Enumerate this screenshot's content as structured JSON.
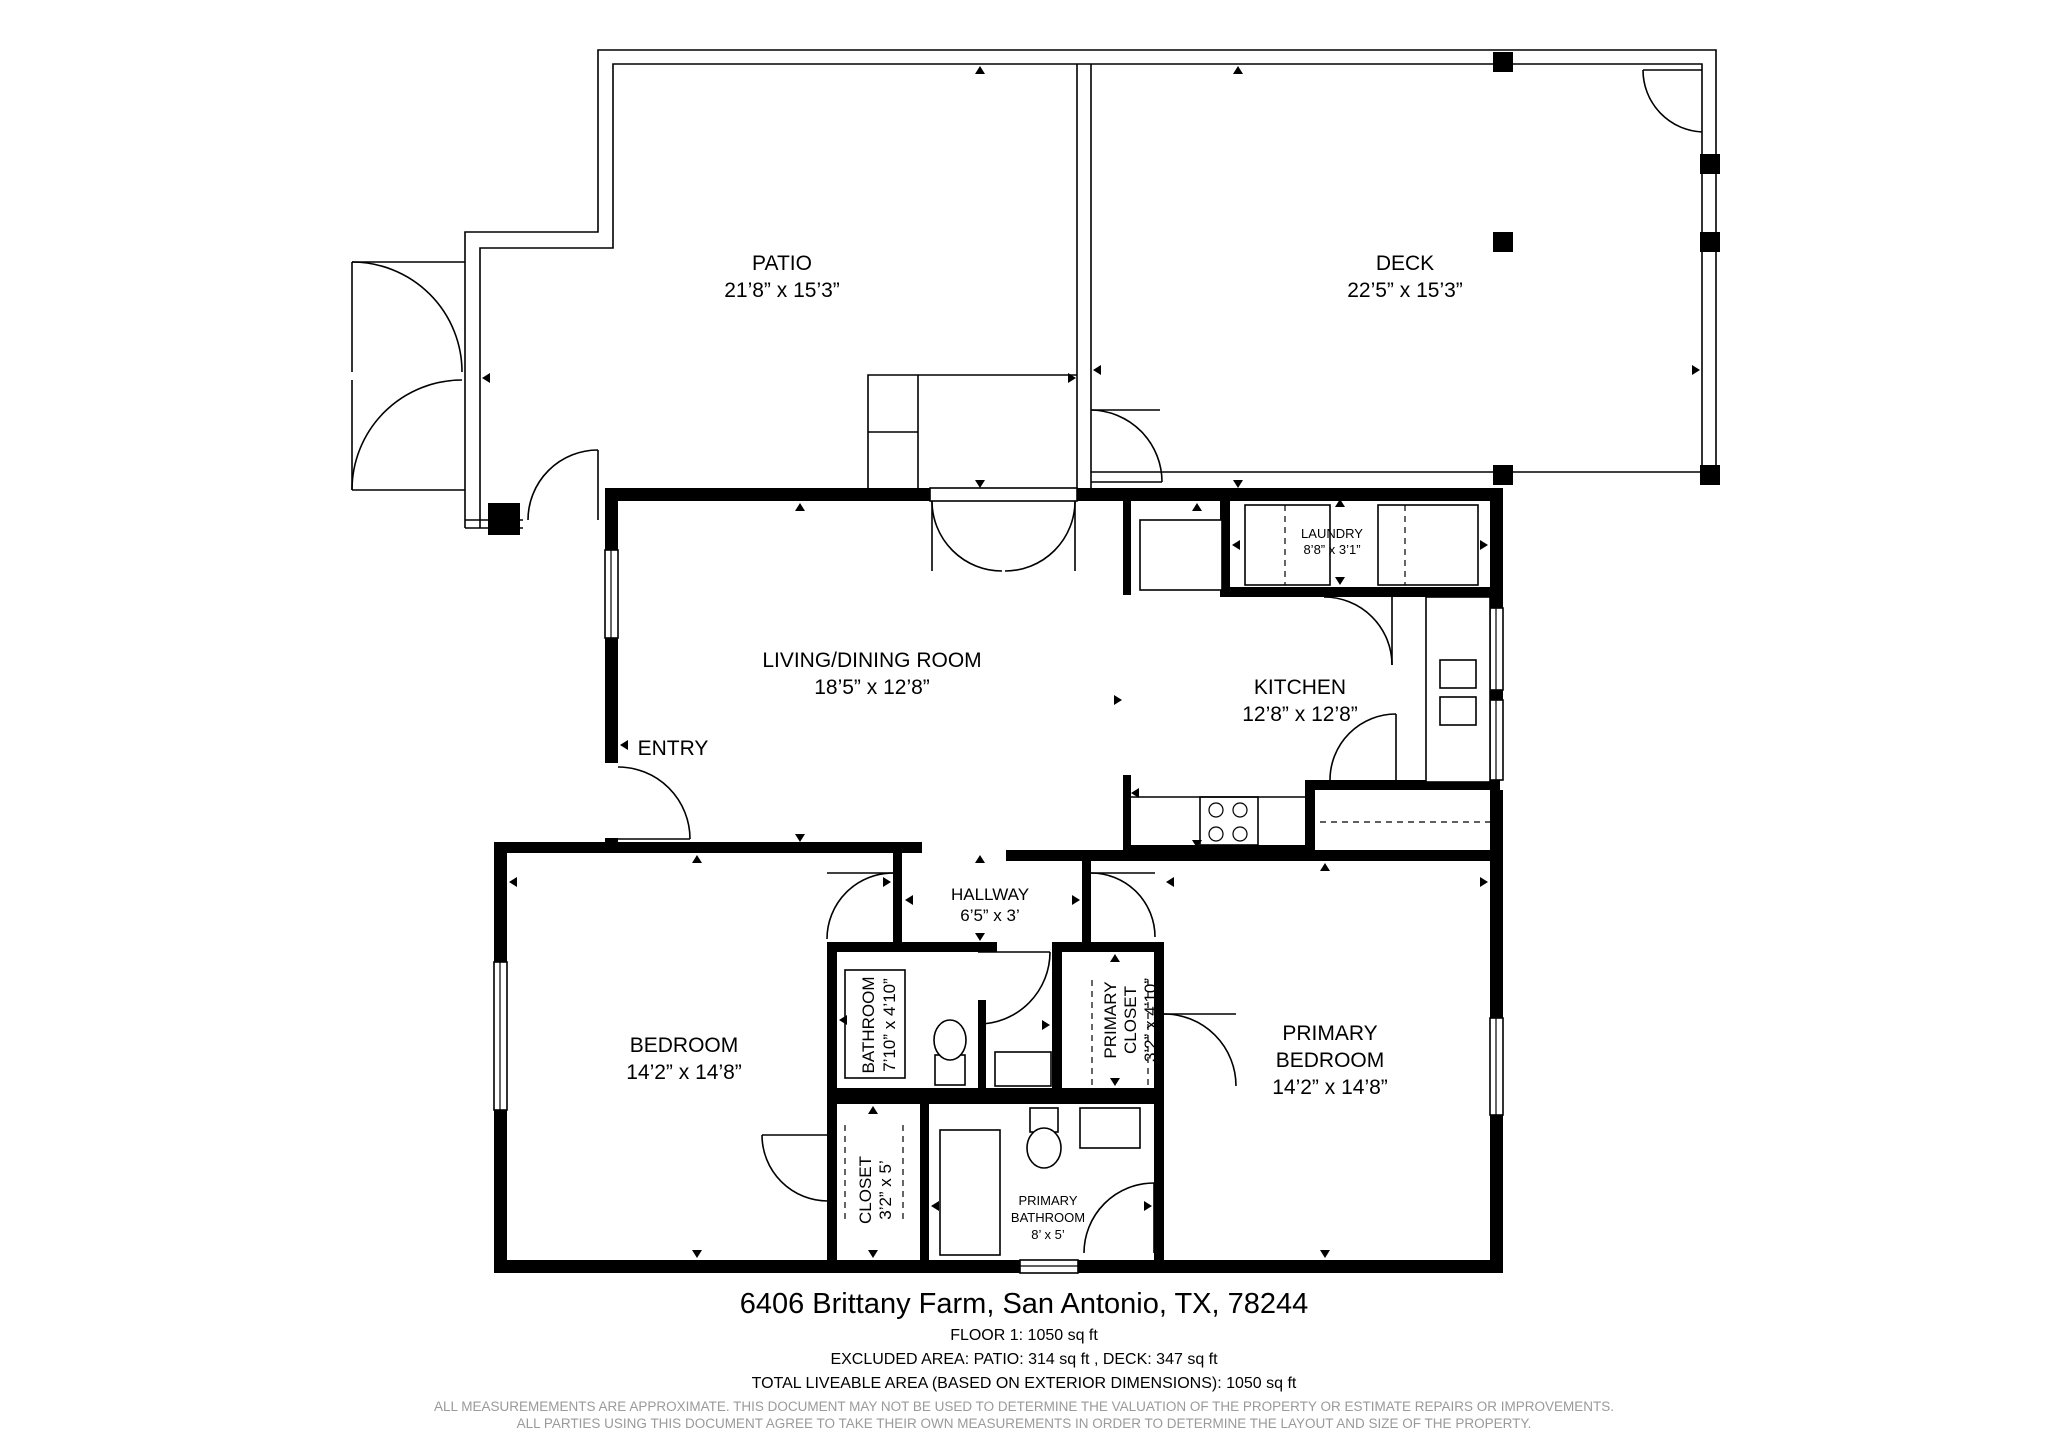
{
  "rooms": {
    "patio": {
      "name": "PATIO",
      "dims": "21’8” x 15’3”"
    },
    "deck": {
      "name": "DECK",
      "dims": "22’5” x 15’3”"
    },
    "laundry": {
      "name": "LAUNDRY",
      "dims": "8’8” x 3’1”"
    },
    "living_dining": {
      "name": "LIVING/DINING ROOM",
      "dims": "18’5” x 12’8”"
    },
    "kitchen": {
      "name": "KITCHEN",
      "dims": "12’8” x 12’8”"
    },
    "entry": {
      "name": "ENTRY"
    },
    "hallway": {
      "name": "HALLWAY",
      "dims": "6’5” x 3’"
    },
    "bedroom": {
      "name": "BEDROOM",
      "dims": "14’2” x 14’8”"
    },
    "bathroom": {
      "name": "BATHROOM",
      "dims": "7’10” x 4’10”"
    },
    "primary_closet": {
      "name_line1": "PRIMARY",
      "name_line2": "CLOSET",
      "dims": "3’2” x 4’10”"
    },
    "primary_bedroom": {
      "name_line1": "PRIMARY",
      "name_line2": "BEDROOM",
      "dims": "14’2” x 14’8”"
    },
    "closet": {
      "name": "CLOSET",
      "dims": "3’2” x 5’"
    },
    "primary_bathroom": {
      "name_line1": "PRIMARY",
      "name_line2": "BATHROOM",
      "dims": "8’ x 5’"
    }
  },
  "footer": {
    "address": "6406 Brittany Farm, San Antonio, TX, 78244",
    "floor": "FLOOR 1: 1050 sq ft",
    "excluded": "EXCLUDED AREA: PATIO: 314 sq ft , DECK: 347 sq ft",
    "total": "TOTAL LIVEABLE AREA (BASED ON EXTERIOR DIMENSIONS): 1050 sq ft",
    "disclaimer_1": "ALL MEASUREMEMENTS ARE APPROXIMATE. THIS DOCUMENT MAY NOT BE USED TO DETERMINE THE VALUATION OF THE PROPERTY OR ESTIMATE REPAIRS OR IMPROVEMENTS.",
    "disclaimer_2": "ALL PARTIES USING THIS DOCUMENT AGREE TO TAKE THEIR OWN MEASUREMENTS IN ORDER TO DETERMINE THE LAYOUT AND SIZE OF THE PROPERTY."
  }
}
